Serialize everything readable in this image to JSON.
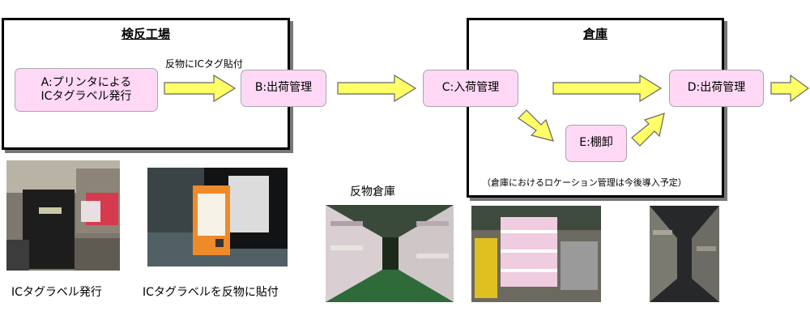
{
  "factory": {
    "title": "検反工場"
  },
  "warehouse": {
    "title": "倉庫",
    "note": "（倉庫におけるロケーション管理は今後導入予定）"
  },
  "nodes": {
    "a_line1": "A:プリンタによる",
    "a_line2": "ICタグラベル発行",
    "b": "B:出荷管理",
    "c": "C:入荷管理",
    "d": "D:出荷管理",
    "e": "E:棚卸"
  },
  "arrow_label": "反物にICタグ貼付",
  "photos": {
    "printer_caption": "ICタグラベル発行",
    "attach_caption": "ICタグラベルを反物に貼付",
    "warehouse_caption": "反物倉庫"
  },
  "colors": {
    "node_fill": "#ffd8f6",
    "arrow_fill": "#ffff66",
    "arrow_stroke": "#666666"
  }
}
